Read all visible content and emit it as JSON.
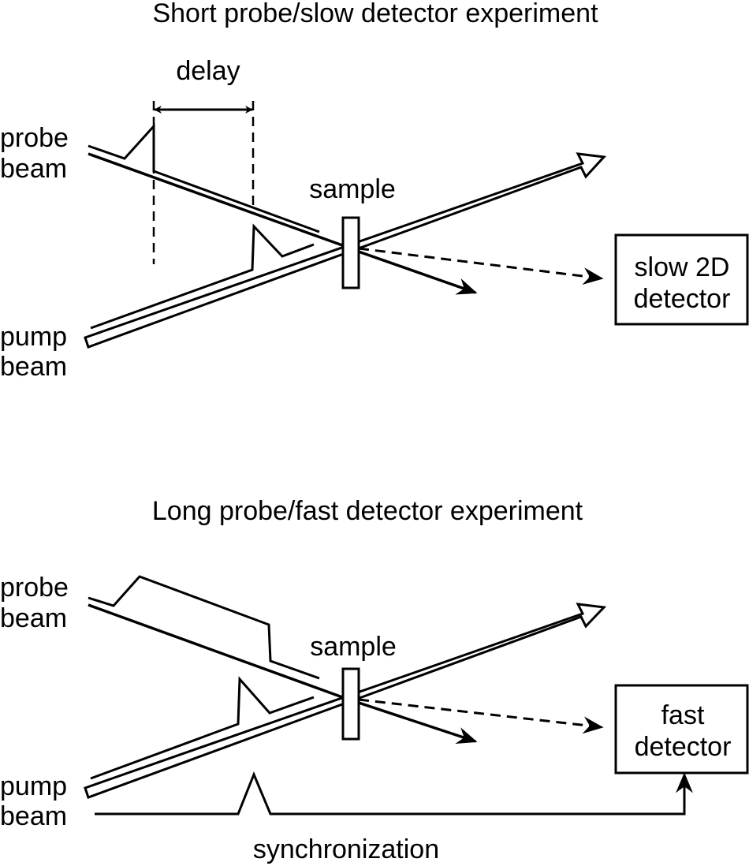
{
  "colors": {
    "ink": "#000000",
    "background": "#ffffff"
  },
  "top": {
    "title": "Short probe/slow detector experiment",
    "delay_label": "delay",
    "probe_label": [
      "probe",
      "beam"
    ],
    "pump_label": [
      "pump",
      "beam"
    ],
    "sample_label": "sample",
    "detector_label": [
      "slow 2D",
      "detector"
    ]
  },
  "bottom": {
    "title": "Long probe/fast detector experiment",
    "probe_label": [
      "probe",
      "beam"
    ],
    "pump_label": [
      "pump",
      "beam"
    ],
    "sample_label": "sample",
    "detector_label": [
      "fast",
      "detector"
    ],
    "sync_label": "synchronization"
  }
}
